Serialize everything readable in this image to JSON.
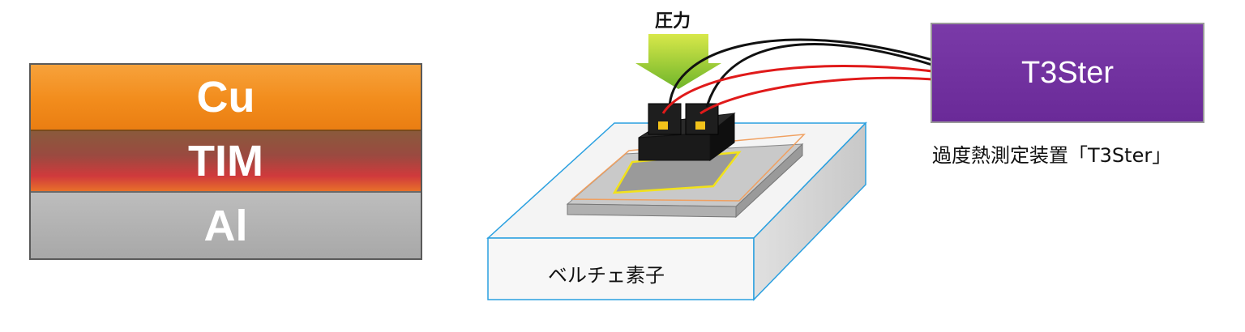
{
  "stack": {
    "layers": [
      "Cu",
      "TIM",
      "Al"
    ]
  },
  "diagram": {
    "pressure_label": "圧力",
    "peltier_label": "ベルチェ素子",
    "device_name": "T3Ster",
    "device_caption": "過度熱測定装置「T3Ster」"
  },
  "colors": {
    "cu": "#f28c1c",
    "tim": "#d03a3c",
    "al": "#a8a8a8",
    "t3ster_box": "#6a2a98",
    "peltier_edge": "#2aa0e0",
    "arrow": "#9ccc2a",
    "wire_red": "#e01a1a",
    "wire_black": "#111111"
  }
}
